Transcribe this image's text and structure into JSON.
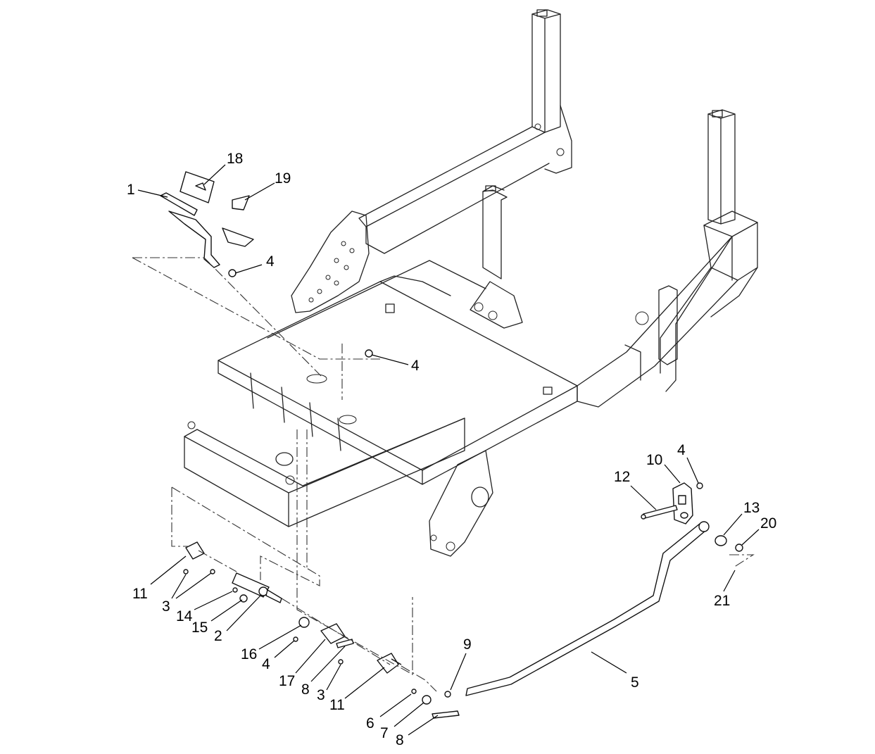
{
  "callouts": [
    {
      "id": "c1",
      "label": "1"
    },
    {
      "id": "c18",
      "label": "18"
    },
    {
      "id": "c19",
      "label": "19"
    },
    {
      "id": "c4a",
      "label": "4"
    },
    {
      "id": "c4b",
      "label": "4"
    },
    {
      "id": "c10",
      "label": "10"
    },
    {
      "id": "c4c",
      "label": "4"
    },
    {
      "id": "c12",
      "label": "12"
    },
    {
      "id": "c13",
      "label": "13"
    },
    {
      "id": "c20",
      "label": "20"
    },
    {
      "id": "c21",
      "label": "21"
    },
    {
      "id": "c11a",
      "label": "11"
    },
    {
      "id": "c3a",
      "label": "3"
    },
    {
      "id": "c14",
      "label": "14"
    },
    {
      "id": "c15",
      "label": "15"
    },
    {
      "id": "c2",
      "label": "2"
    },
    {
      "id": "c16",
      "label": "16"
    },
    {
      "id": "c4d",
      "label": "4"
    },
    {
      "id": "c17",
      "label": "17"
    },
    {
      "id": "c8a",
      "label": "8"
    },
    {
      "id": "c3b",
      "label": "3"
    },
    {
      "id": "c11b",
      "label": "11"
    },
    {
      "id": "c9",
      "label": "9"
    },
    {
      "id": "c5",
      "label": "5"
    },
    {
      "id": "c6",
      "label": "6"
    },
    {
      "id": "c7",
      "label": "7"
    },
    {
      "id": "c8b",
      "label": "8"
    }
  ]
}
